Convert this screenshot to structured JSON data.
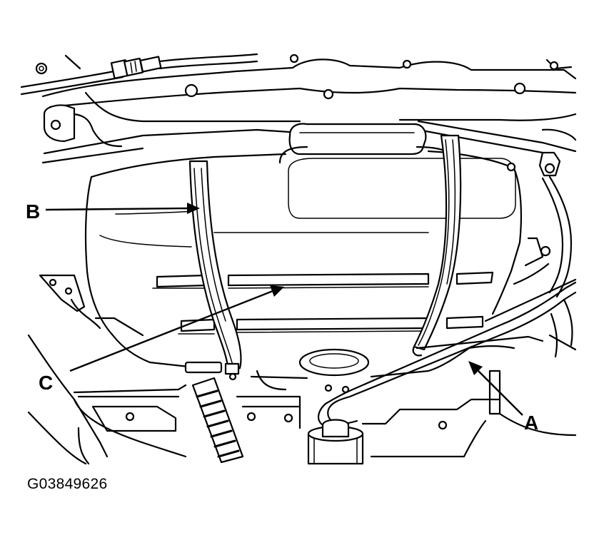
{
  "figure_id": "G03849626",
  "callouts": {
    "a": "A",
    "b": "B",
    "c": "C"
  }
}
